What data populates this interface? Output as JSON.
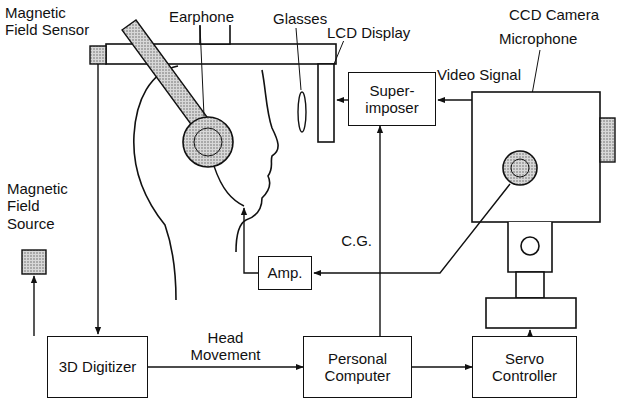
{
  "diagram": {
    "nodes": [
      {
        "text": [
          "Super-imposer"
        ]
      },
      {
        "text": [
          "Amp."
        ]
      },
      {
        "text": [
          "3D Digitizer"
        ]
      },
      {
        "text": [
          "Personal Computer"
        ]
      },
      {
        "text": [
          "Servo Controller"
        ]
      }
    ],
    "edges": [
      {
        "from": 2,
        "to": 3,
        "arrow": "to",
        "label": "Head Movement"
      },
      {
        "from": 3,
        "to": 4,
        "arrow": "to"
      },
      {
        "from": 3,
        "to": 0,
        "arrow": "to",
        "label": "C.G."
      }
    ],
    "labels": [
      "Magnetic Field Sensor",
      "Earphone",
      "Glasses",
      "LCD Display",
      "CCD Camera",
      "Microphone",
      "Video Signal",
      "Magnetic Field Source"
    ]
  }
}
